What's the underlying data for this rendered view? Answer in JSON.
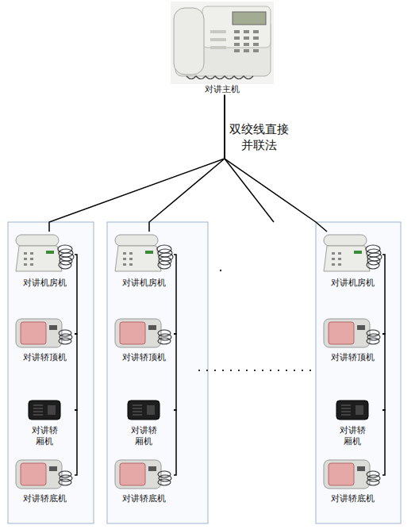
{
  "diagram": {
    "nodes": [
      {
        "text": [
          "对讲主机"
        ]
      },
      {
        "text": [
          "对讲机房机"
        ]
      },
      {
        "text": [
          "对讲轿顶机"
        ]
      },
      {
        "text": [
          "对讲轿 厢机"
        ]
      },
      {
        "text": [
          "对讲轿底机"
        ]
      },
      {
        "text": [
          "对讲机房机"
        ]
      },
      {
        "text": [
          "对讲轿顶机"
        ]
      },
      {
        "text": [
          "对讲轿 厢机"
        ]
      },
      {
        "text": [
          "对讲轿底机"
        ]
      },
      {
        "text": [
          "对讲机房机"
        ]
      },
      {
        "text": [
          "对讲轿顶机"
        ]
      },
      {
        "text": [
          "对讲轿 厢机"
        ]
      },
      {
        "text": [
          "对讲轿底机"
        ]
      }
    ],
    "edges": [
      {
        "from": 0,
        "to": 1,
        "arrow": "none"
      },
      {
        "from": 0,
        "to": 5,
        "arrow": "none"
      },
      {
        "from": 0,
        "to": 9,
        "arrow": "none"
      },
      {
        "from": 1,
        "to": 2,
        "arrow": "none"
      },
      {
        "from": 2,
        "to": 3,
        "arrow": "none"
      },
      {
        "from": 3,
        "to": 4,
        "arrow": "none"
      },
      {
        "from": 5,
        "to": 6,
        "arrow": "none"
      },
      {
        "from": 6,
        "to": 7,
        "arrow": "none"
      },
      {
        "from": 7,
        "to": 8,
        "arrow": "none"
      },
      {
        "from": 9,
        "to": 10,
        "arrow": "none"
      },
      {
        "from": 10,
        "to": 11,
        "arrow": "none"
      },
      {
        "from": 11,
        "to": 12,
        "arrow": "none"
      }
    ],
    "labels": [
      "双绞线直接 并联法"
    ]
  }
}
